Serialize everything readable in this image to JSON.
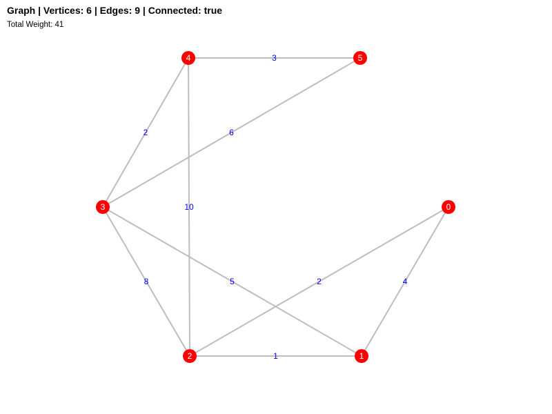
{
  "header": {
    "title": "Graph | Vertices: 6 | Edges: 9 | Connected: true",
    "subtitle": "Total Weight: 41"
  },
  "colors": {
    "node": "#ff0000",
    "node_text": "#ffffff",
    "edge": "#bdbdbd",
    "weight_text": "#0000ff"
  },
  "graph": {
    "vertices": [
      "0",
      "1",
      "2",
      "3",
      "4",
      "5"
    ],
    "edges": [
      {
        "source": "4",
        "target": "5",
        "weight": "3"
      },
      {
        "source": "4",
        "target": "3",
        "weight": "2"
      },
      {
        "source": "5",
        "target": "3",
        "weight": "6"
      },
      {
        "source": "4",
        "target": "2",
        "weight": "10"
      },
      {
        "source": "3",
        "target": "2",
        "weight": "8"
      },
      {
        "source": "3",
        "target": "1",
        "weight": "5"
      },
      {
        "source": "0",
        "target": "2",
        "weight": "2"
      },
      {
        "source": "0",
        "target": "1",
        "weight": "4"
      },
      {
        "source": "2",
        "target": "1",
        "weight": "1"
      }
    ]
  }
}
